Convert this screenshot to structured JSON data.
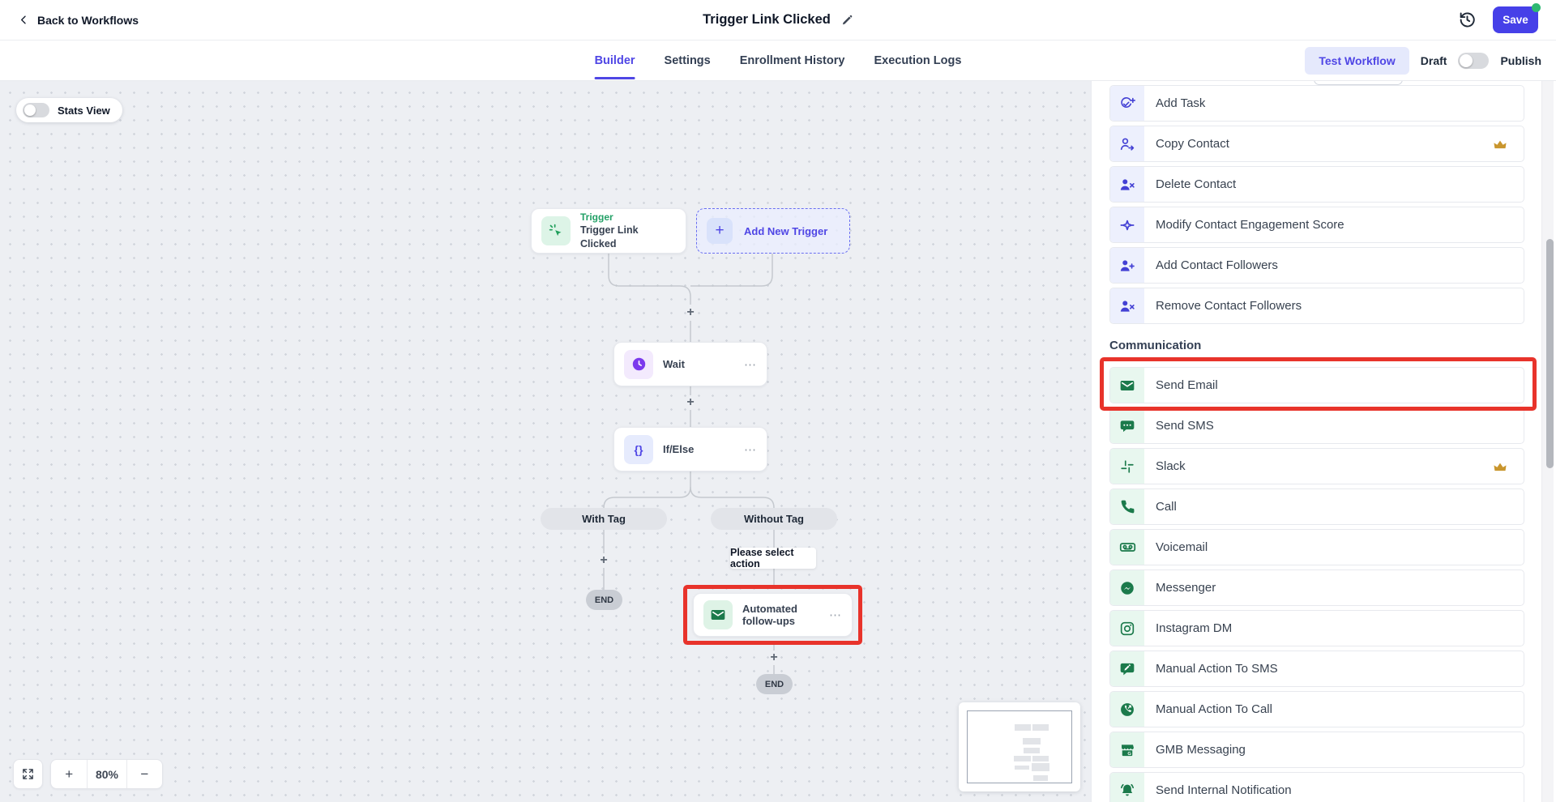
{
  "header": {
    "back_label": "Back to Workflows",
    "title": "Trigger Link Clicked",
    "save_label": "Save"
  },
  "tabs": {
    "builder": "Builder",
    "settings": "Settings",
    "enrollment": "Enrollment History",
    "execution": "Execution Logs",
    "active": "Builder",
    "test_workflow": "Test Workflow",
    "draft": "Draft",
    "publish": "Publish"
  },
  "canvas": {
    "stats_view": "Stats View",
    "zoom_level": "80%",
    "trigger": {
      "kicker": "Trigger",
      "title": "Trigger Link Clicked",
      "icon": "cursor-click-icon"
    },
    "add_trigger": "Add New Trigger",
    "wait": "Wait",
    "ifelse": "If/Else",
    "ifelse_glyph": "{}",
    "with_tag": "With Tag",
    "without_tag": "Without Tag",
    "tooltip": "Please select action",
    "action_title": "Automated follow-ups",
    "end": "END",
    "menu_glyph": "⋯",
    "plus_glyph": "+",
    "minus_glyph": "−"
  },
  "sidebar": {
    "contact_items": [
      {
        "label": "Add Task",
        "icon": "task-add-icon",
        "premium": false
      },
      {
        "label": "Copy Contact",
        "icon": "copy-contact-icon",
        "premium": true
      },
      {
        "label": "Delete Contact",
        "icon": "delete-contact-icon",
        "premium": false
      },
      {
        "label": "Modify Contact Engagement Score",
        "icon": "engagement-score-icon",
        "premium": false
      },
      {
        "label": "Add Contact Followers",
        "icon": "add-followers-icon",
        "premium": false
      },
      {
        "label": "Remove Contact Followers",
        "icon": "remove-followers-icon",
        "premium": false
      }
    ],
    "section_title": "Communication",
    "communication_items": [
      {
        "label": "Send Email",
        "icon": "email-icon",
        "premium": false,
        "highlighted": true
      },
      {
        "label": "Send SMS",
        "icon": "sms-icon",
        "premium": false
      },
      {
        "label": "Slack",
        "icon": "slack-icon",
        "premium": true
      },
      {
        "label": "Call",
        "icon": "call-icon",
        "premium": false
      },
      {
        "label": "Voicemail",
        "icon": "voicemail-icon",
        "premium": false
      },
      {
        "label": "Messenger",
        "icon": "messenger-icon",
        "premium": false
      },
      {
        "label": "Instagram DM",
        "icon": "instagram-icon",
        "premium": false
      },
      {
        "label": "Manual Action To SMS",
        "icon": "manual-sms-icon",
        "premium": false
      },
      {
        "label": "Manual Action To Call",
        "icon": "manual-call-icon",
        "premium": false
      },
      {
        "label": "GMB Messaging",
        "icon": "gmb-icon",
        "premium": false
      },
      {
        "label": "Send Internal Notification",
        "icon": "notification-icon",
        "premium": false
      }
    ]
  },
  "colors": {
    "accent_indigo": "#4f46e5",
    "save_button": "#4640e8",
    "save_dot_green": "#2eb872",
    "highlight_red": "#e8332b",
    "green_icon": "#1b7a4b",
    "indigo_icon": "#4340d4",
    "premium_gold": "#c9962e",
    "trigger_green": "#22a066",
    "wait_purple": "#7c3aed",
    "canvas_bg": "#edeff3"
  }
}
